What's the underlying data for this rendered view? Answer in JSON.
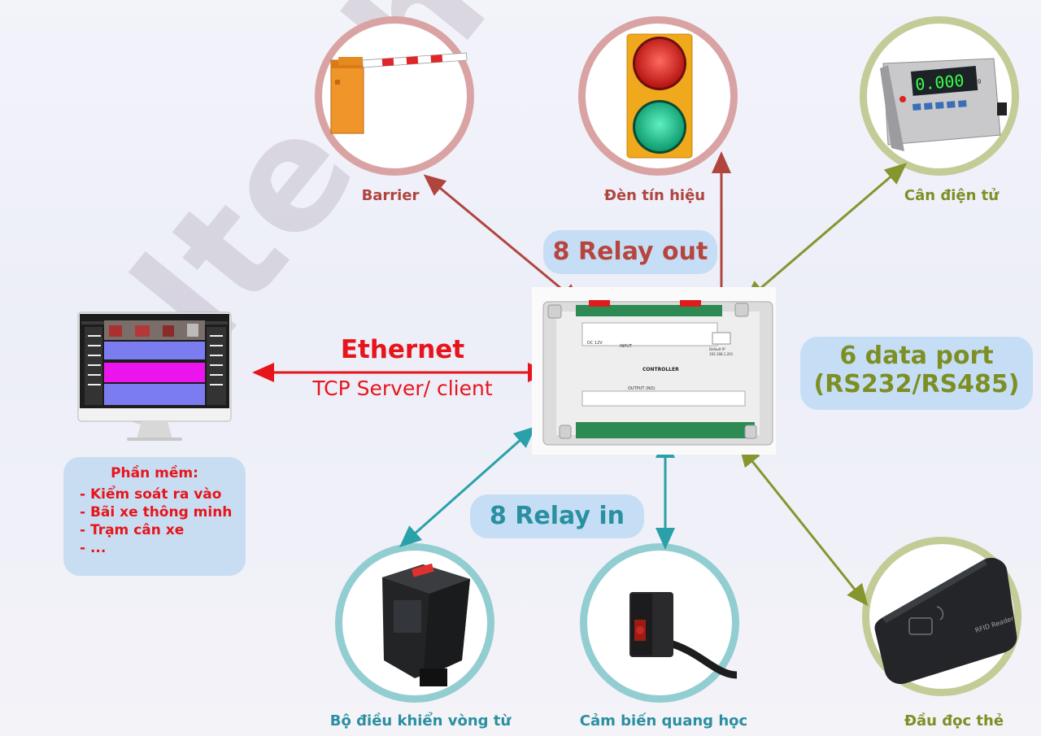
{
  "watermark": "altech.com.vn",
  "colors": {
    "red_arrow": "#b0453e",
    "green_arrow": "#86952e",
    "teal_arrow": "#2aa1a8",
    "ethernet_red": "#e8141b",
    "bubble_text_red": "#b7453e",
    "bubble_text_teal": "#2a8fa0",
    "bubble_text_green": "#7d8f24"
  },
  "devices": {
    "barrier": {
      "label": "Barrier",
      "icon": "barrier-gate-icon"
    },
    "traffic_light": {
      "label": "Đèn tín hiệu",
      "icon": "traffic-light-icon"
    },
    "scale": {
      "label": "Cân điện tử",
      "icon": "weighing-scale-icon",
      "display": "0.000",
      "unit": "kg"
    },
    "loop_detector": {
      "label": "Bộ điều khiển vòng từ",
      "icon": "loop-detector-icon"
    },
    "photo_sensor": {
      "label": "Cảm biến quang học",
      "icon": "photoelectric-sensor-icon"
    },
    "card_reader": {
      "label": "Đầu đọc thẻ",
      "icon": "rfid-reader-icon",
      "device_text": "RFID Reader"
    }
  },
  "bubbles": {
    "relay_out": "8 Relay out",
    "relay_in": "8 Relay in",
    "data_port_line1": "6 data port",
    "data_port_line2": "(RS232/RS485)"
  },
  "ethernet": {
    "title": "Ethernet",
    "subtitle": "TCP Server/ client"
  },
  "controller": {
    "name": "CONTROLLER",
    "input_label": "INPUT",
    "output_label": "OUTPUT (NO)",
    "power_label": "DC 12V",
    "ip_label": "Default IP",
    "ip_value": "192.168.1.201"
  },
  "software": {
    "title": "Phần mềm:",
    "items": [
      "- Kiểm soát ra vào",
      "- Bãi xe thông minh",
      "- Trạm cân xe",
      "- ..."
    ]
  }
}
